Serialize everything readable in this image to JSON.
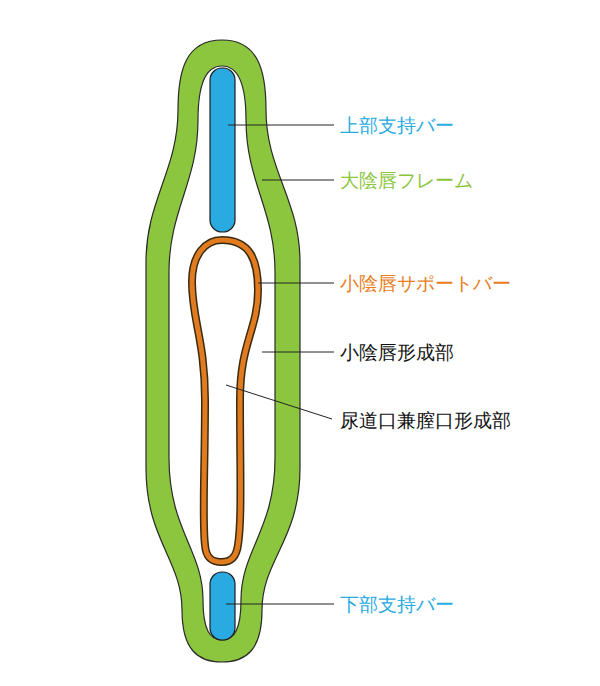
{
  "diagram": {
    "labels": [
      "上部支持バー",
      "大陰唇フレーム",
      "小陰唇サポートバー",
      "小陰唇形成部",
      "尿道口兼膣口形成部",
      "下部支持バー"
    ]
  }
}
